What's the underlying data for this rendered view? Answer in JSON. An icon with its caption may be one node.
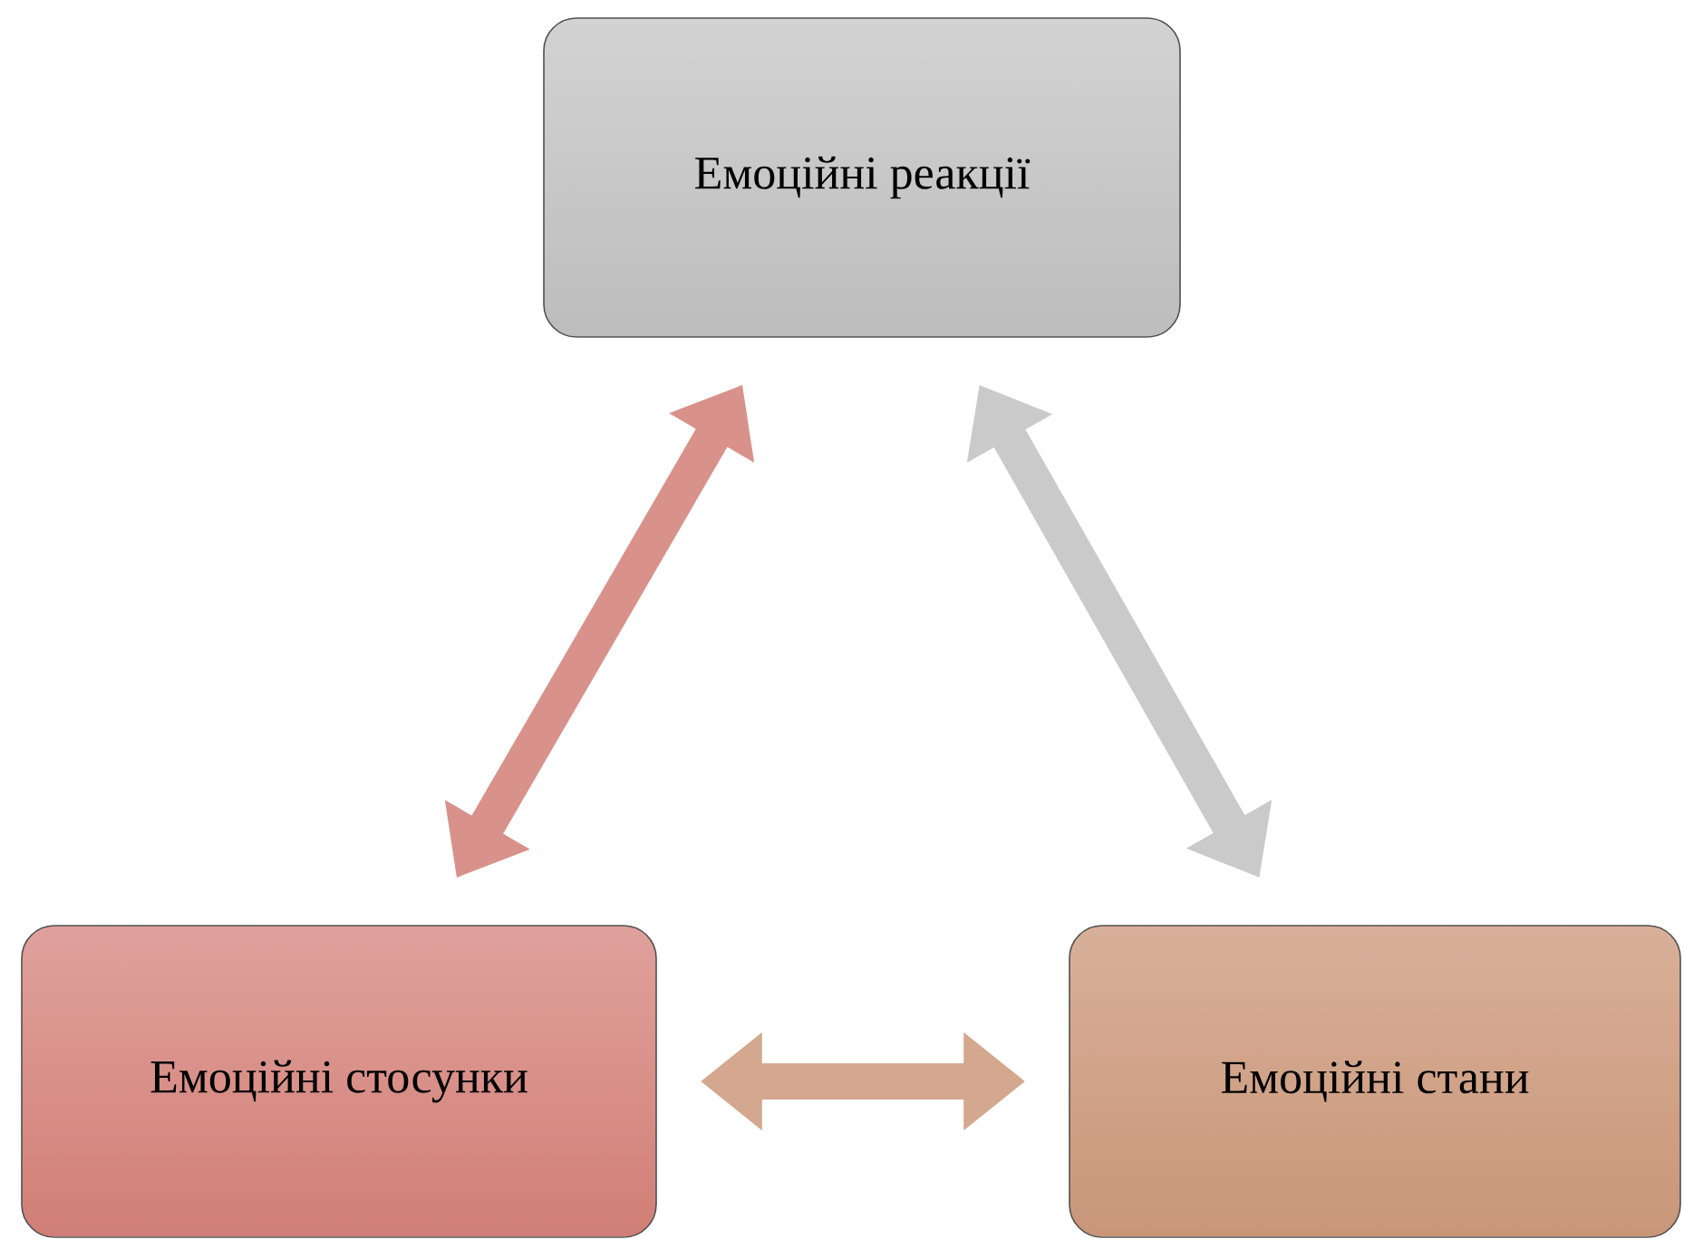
{
  "diagram": {
    "nodes": [
      {
        "text": [
          "Емоційні реакції"
        ]
      },
      {
        "text": [
          "Емоційні стосунки"
        ]
      },
      {
        "text": [
          "Емоційні стани"
        ]
      }
    ],
    "edges": [
      {
        "from": 0,
        "to": 1,
        "arrow": "both",
        "color": "#d8928b"
      },
      {
        "from": 0,
        "to": 2,
        "arrow": "both",
        "color": "#cacaca"
      },
      {
        "from": 1,
        "to": 2,
        "arrow": "both",
        "color": "#d4a88e"
      }
    ]
  }
}
